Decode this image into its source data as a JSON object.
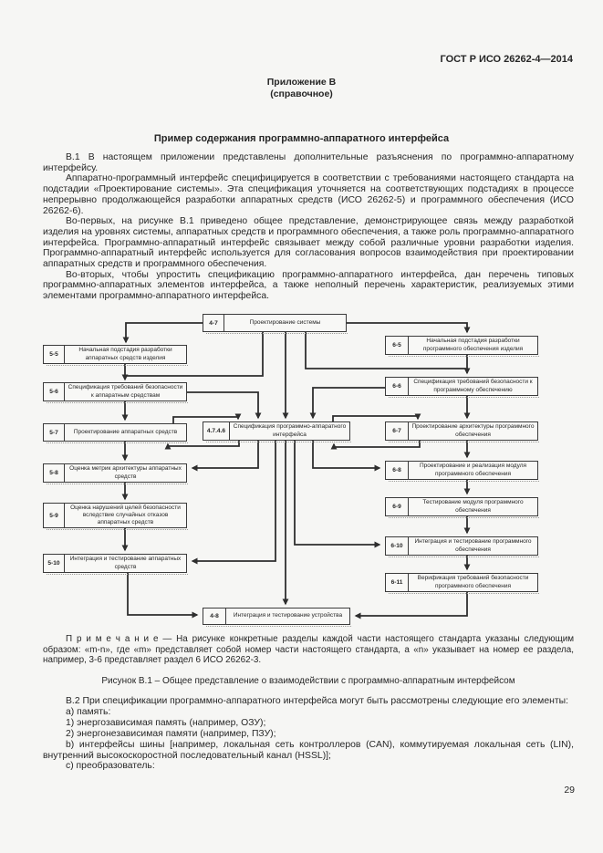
{
  "page": {
    "doc_code": "ГОСТ Р ИСО 26262-4—2014",
    "appendix_label": "Приложение В",
    "appendix_type": "(справочное)",
    "title": "Пример содержания программно-аппаратного интерфейса",
    "page_number": "29"
  },
  "paragraphs": {
    "p1": "В.1 В настоящем приложении представлены дополнительные разъяснения по программно-аппаратному интерфейсу.",
    "p2": "Аппаратно-программный интерфейс специфицируется в соответствии с требованиями настоящего стандарта на подстадии «Проектирование системы». Эта спецификация уточняется на соответствующих подстадиях в процессе непрерывно продолжающейся разработки аппаратных средств (ИСО 26262-5) и программного обеспечения (ИСО 26262-6).",
    "p3": "Во-первых, на рисунке В.1 приведено общее представление, демонстрирующее связь между разработкой изделия на уровнях системы, аппаратных средств и программного обеспечения, а также роль программно-аппаратного интерфейса. Программно-аппаратный интерфейс связывает между собой различные уровни разработки изделия. Программно-аппаратный интерфейс используется для согласования вопросов взаимодействия при проектировании аппаратных средств и программного обеспечения.",
    "p4": "Во-вторых, чтобы упростить спецификацию программно-аппаратного интерфейса, дан перечень типовых программно-аппаратных элементов интерфейса, а также неполный перечень характеристик, реализуемых этими элементами программно-аппаратного интерфейса."
  },
  "note": "П р и м е ч а н и е  —  На рисунке конкретные разделы каждой части настоящего стандарта указаны следующим образом: «m-n», где «m» представляет собой номер части настоящего стандарта, а «n» указывает на номер ее раздела, например, 3-6 представляет раздел 6 ИСО 26262-3.",
  "figure_caption": "Рисунок В.1 – Общее представление о взаимодействии с программно-аппаратным интерфейсом",
  "b2": {
    "intro": "В.2 При спецификации программно-аппаратного интерфейса могут быть рассмотрены следующие его элементы:",
    "items": [
      "а) память:",
      "1) энергозависимая память (например, ОЗУ);",
      "2) энергонезависимая памяти (например, ПЗУ);",
      "b) интерфейсы шины [например, локальная сеть контроллеров (CAN), коммутируемая локальная сеть (LIN), внутренний высокоскоростной последовательный канал (HSSL)];",
      "с) преобразователь:"
    ]
  },
  "fc": {
    "b47": {
      "num": "4-7",
      "label": "Проектирование системы"
    },
    "b55": {
      "num": "5-5",
      "label": "Начальная подстадия разработки аппаратных средств изделия"
    },
    "b56": {
      "num": "5-6",
      "label": "Спецификация требований безопасности к аппаратным средствам"
    },
    "b57": {
      "num": "5-7",
      "label": "Проектирование аппаратных средств"
    },
    "b58": {
      "num": "5-8",
      "label": "Оценка метрик архитектуры аппаратных средств"
    },
    "b59": {
      "num": "5-9",
      "label": "Оценка нарушений целей безопасности вследствие случайных отказов аппаратных средств"
    },
    "b510": {
      "num": "5-10",
      "label": "Интеграция и тестирование аппаратных средств"
    },
    "bhsi": {
      "num": "4.7.4.6",
      "label": "Спецификация программно-аппаратного интерфейса"
    },
    "b65": {
      "num": "6-5",
      "label": "Начальная подстадия разработки программного обеспечения изделия"
    },
    "b66": {
      "num": "6-6",
      "label": "Спецификация требований безопасности к программному обеспечению"
    },
    "b67": {
      "num": "6-7",
      "label": "Проектирование архитектуры программного обеспечения"
    },
    "b68": {
      "num": "6-8",
      "label": "Проектирование и реализация модуля программного обеспечения"
    },
    "b69": {
      "num": "6-9",
      "label": "Тестирование модуля программного обеспечения"
    },
    "b610": {
      "num": "6-10",
      "label": "Интеграция и тестирование программного обеспечения"
    },
    "b611": {
      "num": "6-11",
      "label": "Верификация требований безопасности программного обеспечения"
    },
    "b48": {
      "num": "4-8",
      "label": "Интеграция и тестирование устройства"
    }
  },
  "colors": {
    "ink": "#2e2e2e",
    "paper": "#f6f6f4"
  }
}
